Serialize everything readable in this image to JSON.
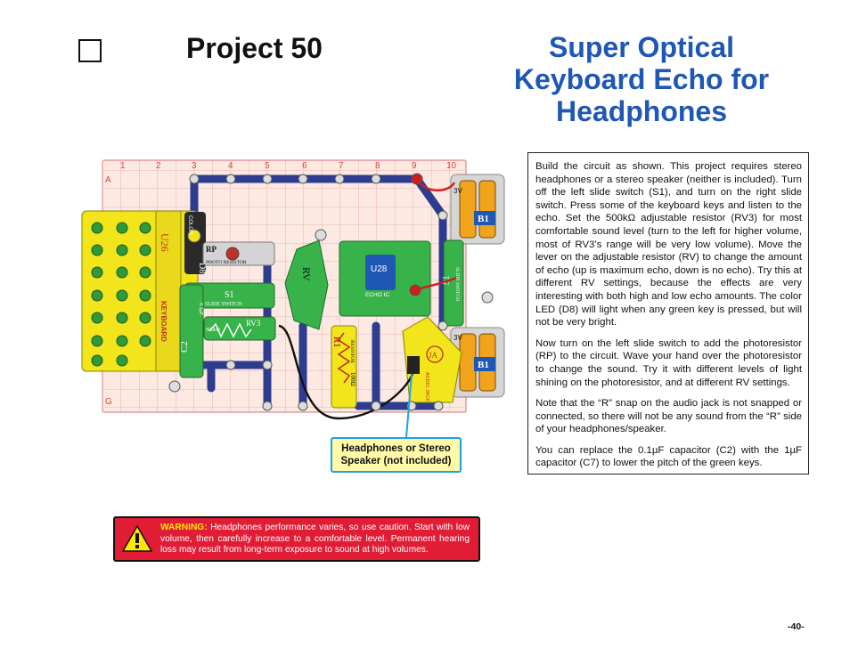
{
  "header": {
    "project": "Project 50",
    "title_lines": [
      "Super Optical",
      "Keyboard Echo for",
      "Headphones"
    ]
  },
  "instructions": [
    "Build the circuit as shown. This project requires stereo headphones or a stereo speaker (neither is included). Turn off the left slide switch (S1), and turn on the right slide switch. Press some of the keyboard keys and listen to the echo. Set the 500kΩ adjustable resistor (RV3) for most comfortable sound level (turn to the left for higher volume, most of RV3’s range will be very low volume). Move the lever on the adjustable resistor (RV) to change the amount of echo (up is maximum echo, down is no echo). Try this at different RV settings, because the effects are very interesting with both high and low echo amounts. The color LED (D8) will light when any green key is pressed, but will not be very bright.",
    "Now turn on the left slide switch to add the photoresistor (RP) to the circuit. Wave your hand over the photoresistor to change the sound. Try it with different levels of light shining on the photoresistor, and at different RV settings.",
    "Note that the “R” snap on the audio jack is not snapped or connected, so there will not be any sound from the “R” side of your headphones/speaker.",
    "You can replace the 0.1µF capacitor (C2) with the 1µF capacitor (C7) to lower the pitch of the green keys."
  ],
  "callout": {
    "line1": "Headphones or Stereo",
    "line2": "Speaker (not included)"
  },
  "warning": {
    "label": "WARNING:",
    "text": " Headphones performance varies, so use caution. Start with low volume, then carefully increase to a comfortable level. Permanent hearing loss may result from long-term exposure to sound at high volumes."
  },
  "page_number": "-40-",
  "diagram": {
    "columns": [
      "1",
      "2",
      "3",
      "4",
      "5",
      "6",
      "7",
      "8",
      "9",
      "10"
    ],
    "row_top": "A",
    "row_bottom": "G",
    "parts": {
      "keyboard": "U26",
      "keyboard_label": "KEYBOARD",
      "led": "D8",
      "led_label": "COLOR",
      "photoresistor": "RP",
      "photoresistor_label": "PHOTO RESISTOR",
      "switch_left": "S1",
      "switch_left_label": "SLIDE SWITCH",
      "capacitor": "C2",
      "capacitor_value": "0.1µF",
      "adj_resistor_small": "RV3",
      "adj_resistor_small_value": "500kΩ",
      "adj_resistor": "RV",
      "echo_ic": "U28",
      "echo_ic_label": "ECHO IC",
      "resistor": "R1",
      "resistor_value": "100Ω",
      "resistor_label": "RESISTOR",
      "audio_jack": "JA",
      "audio_jack_label": "AUDIO JACK",
      "switch_right": "S1",
      "switch_right_label": "SLIDE SWITCH",
      "battery_top": "B1",
      "battery_bottom": "B1",
      "battery_voltage": "3V"
    }
  },
  "colors": {
    "title": "#1f57b4",
    "board": "#fbe9e2",
    "grid": "#e9a6a6",
    "wire": "#2d3c8f",
    "green_part": "#37b34a",
    "yellow_part": "#f2e51b",
    "warning_bg": "#e11d36",
    "callout_border": "#1ba3e3"
  }
}
